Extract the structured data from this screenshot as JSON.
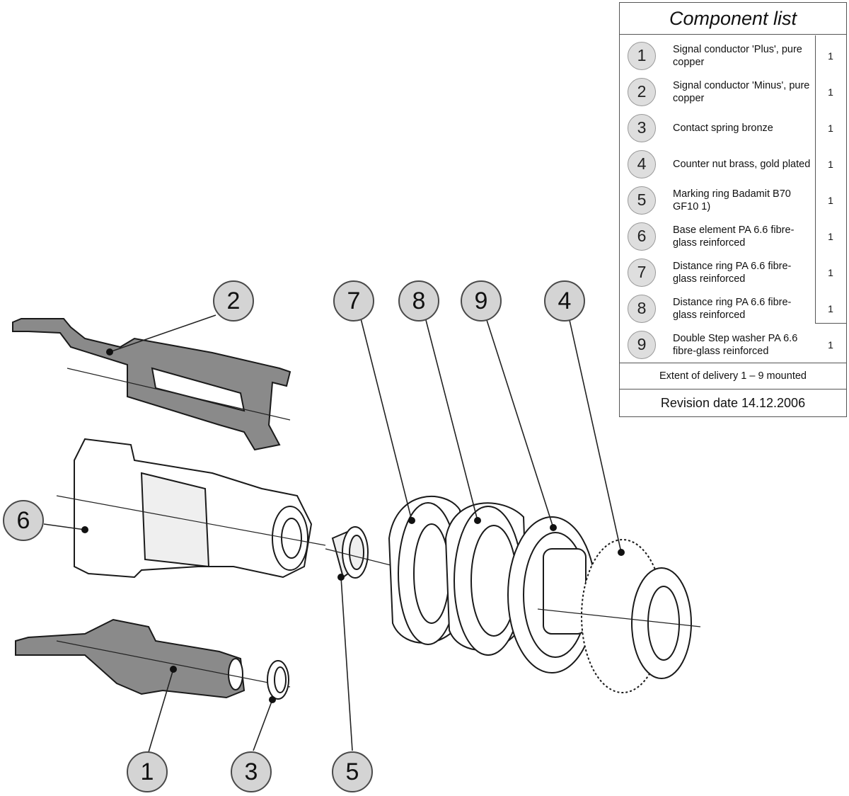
{
  "table": {
    "title": "Component list",
    "items": [
      {
        "num": "1",
        "desc": "Signal conductor 'Plus', pure copper",
        "qty": "1"
      },
      {
        "num": "2",
        "desc": "Signal conductor 'Minus', pure copper",
        "qty": "1"
      },
      {
        "num": "3",
        "desc": "Contact spring bronze",
        "qty": "1"
      },
      {
        "num": "4",
        "desc": "Counter nut brass, gold plated",
        "qty": "1"
      },
      {
        "num": "5",
        "desc": "Marking ring Badamit B70 GF10 1)",
        "qty": "1"
      },
      {
        "num": "6",
        "desc": "Base element PA 6.6 fibre-glass reinforced",
        "qty": "1"
      },
      {
        "num": "7",
        "desc": "Distance ring PA 6.6 fibre-glass reinforced",
        "qty": "1"
      },
      {
        "num": "8",
        "desc": "Distance ring PA 6.6 fibre-glass reinforced",
        "qty": "1"
      },
      {
        "num": "9",
        "desc": "Double Step washer PA 6.6 fibre-glass reinforced",
        "qty": "1"
      }
    ],
    "footer": "Extent of delivery 1 – 9 mounted",
    "revision": "Revision date 14.12.2006"
  },
  "callouts": [
    {
      "label": "2"
    },
    {
      "label": "7"
    },
    {
      "label": "8"
    },
    {
      "label": "9"
    },
    {
      "label": "4"
    },
    {
      "label": "6"
    },
    {
      "label": "1"
    },
    {
      "label": "3"
    },
    {
      "label": "5"
    }
  ],
  "colors": {
    "callout_fill": "#d4d4d4",
    "part_dark": "#8a8a8a"
  }
}
